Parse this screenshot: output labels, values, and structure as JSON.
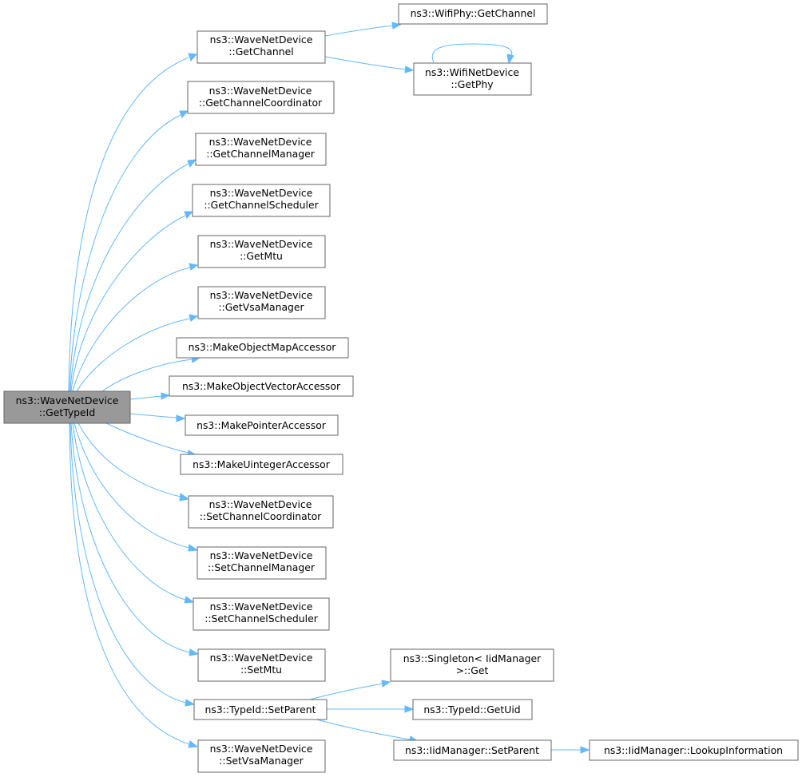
{
  "nodes": {
    "root": [
      "ns3::WaveNetDevice",
      "::GetTypeId"
    ],
    "getchannel": [
      "ns3::WaveNetDevice",
      "::GetChannel"
    ],
    "wifiphy_getchannel": [
      "ns3::WifiPhy::GetChannel"
    ],
    "wifinetdevice_getphy": [
      "ns3::WifiNetDevice",
      "::GetPhy"
    ],
    "getchannelcoordinator": [
      "ns3::WaveNetDevice",
      "::GetChannelCoordinator"
    ],
    "getchannelmanager": [
      "ns3::WaveNetDevice",
      "::GetChannelManager"
    ],
    "getchannelscheduler": [
      "ns3::WaveNetDevice",
      "::GetChannelScheduler"
    ],
    "getmtu": [
      "ns3::WaveNetDevice",
      "::GetMtu"
    ],
    "getvsamanager": [
      "ns3::WaveNetDevice",
      "::GetVsaManager"
    ],
    "makeobjectmapaccessor": [
      "ns3::MakeObjectMapAccessor"
    ],
    "makeobjectvectoraccessor": [
      "ns3::MakeObjectVectorAccessor"
    ],
    "makepointeraccessor": [
      "ns3::MakePointerAccessor"
    ],
    "makeuintegeraccessor": [
      "ns3::MakeUintegerAccessor"
    ],
    "setchannelcoordinator": [
      "ns3::WaveNetDevice",
      "::SetChannelCoordinator"
    ],
    "setchannelmanager": [
      "ns3::WaveNetDevice",
      "::SetChannelManager"
    ],
    "setchannelscheduler": [
      "ns3::WaveNetDevice",
      "::SetChannelScheduler"
    ],
    "setmtu": [
      "ns3::WaveNetDevice",
      "::SetMtu"
    ],
    "typeid_setparent": [
      "ns3::TypeId::SetParent"
    ],
    "singleton_get": [
      "ns3::Singleton< IidManager",
      ">::Get"
    ],
    "typeid_getuid": [
      "ns3::TypeId::GetUid"
    ],
    "iidmanager_setparent": [
      "ns3::IidManager::SetParent"
    ],
    "iidmanager_lookupinformation": [
      "ns3::IidManager::LookupInformation"
    ],
    "setvsamanager": [
      "ns3::WaveNetDevice",
      "::SetVsaManager"
    ]
  },
  "colors": {
    "edge": "#63b8ff",
    "node_border": "#666666",
    "root_fill": "#999999",
    "node_fill": "#ffffff"
  }
}
